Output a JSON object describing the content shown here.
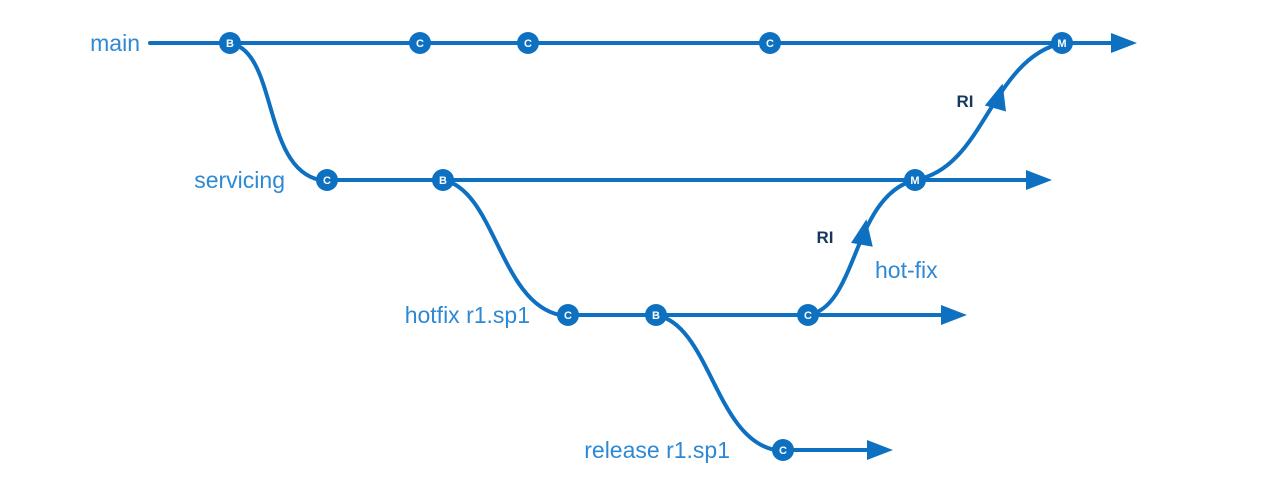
{
  "page": {
    "background": "#ffffff"
  },
  "colors": {
    "background": "#ffffff",
    "line": "#0e70c0",
    "label": "#2e89d4",
    "annotation": "#17375e",
    "node_text": "#ffffff"
  },
  "branches": {
    "main": {
      "label": "main",
      "nodes": [
        "B",
        "C",
        "C",
        "C",
        "M"
      ]
    },
    "servicing": {
      "label": "servicing",
      "nodes": [
        "C",
        "B",
        "M"
      ]
    },
    "hotfix": {
      "label": "hotfix r1.sp1",
      "nodes": [
        "C",
        "B",
        "C"
      ]
    },
    "release": {
      "label": "release r1.sp1",
      "nodes": [
        "C"
      ]
    }
  },
  "annotations": {
    "ri_main_merge": "RI",
    "ri_servicing_merge": "RI",
    "hotfix_merge": "hot-fix"
  }
}
